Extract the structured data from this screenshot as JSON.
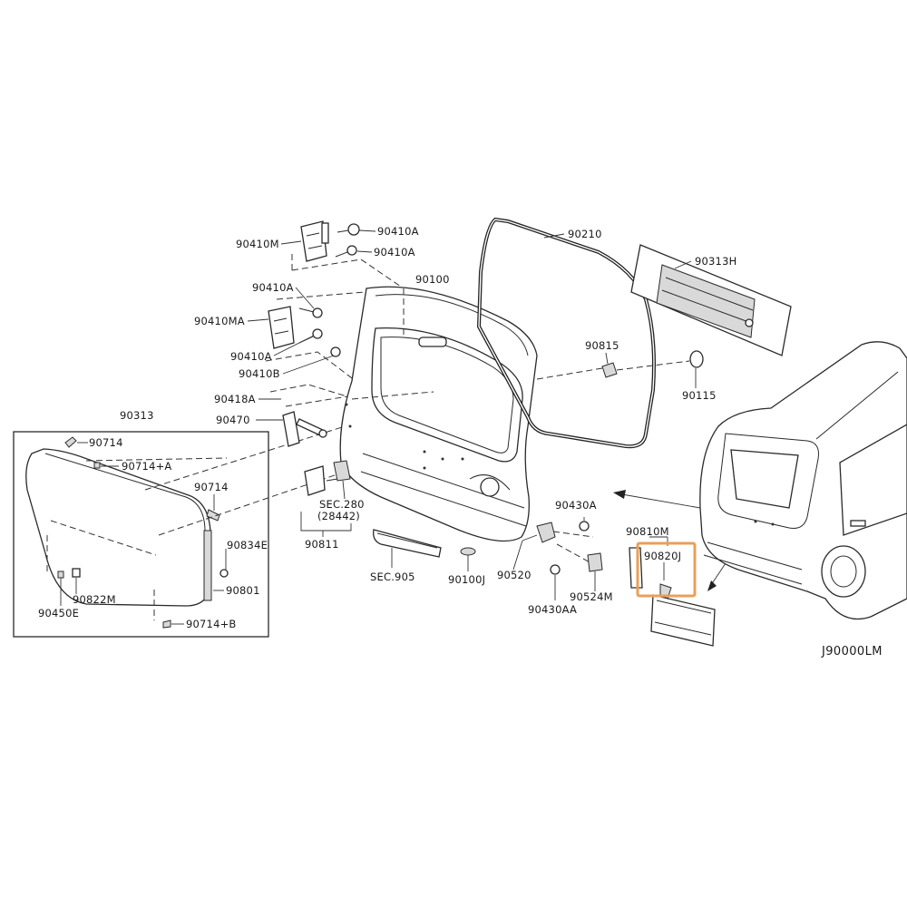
{
  "labels": {
    "p90410M": "90410M",
    "p90410A_1": "90410A",
    "p90410A_2": "90410A",
    "p90410A_3": "90410A",
    "p90410MA": "90410MA",
    "p90410A_4": "90410A",
    "p90410B": "90410B",
    "p90418A": "90418A",
    "p90470": "90470",
    "p90100": "90100",
    "p90210": "90210",
    "p90313H": "90313H",
    "p90815": "90815",
    "p90115": "90115",
    "p90313": "90313",
    "p90714_1": "90714",
    "p90714A": "90714+A",
    "p90714_2": "90714",
    "p90834E": "90834E",
    "p90801": "90801",
    "p90822M": "90822M",
    "p90450E": "90450E",
    "p90714B": "90714+B",
    "sec280": "SEC.280",
    "sec280sub": "(28442)",
    "p90811": "90811",
    "sec905": "SEC.905",
    "p90100J": "90100J",
    "p90520": "90520",
    "p90430A": "90430A",
    "p90430AA": "90430AA",
    "p90524M": "90524M",
    "p90810M": "90810M",
    "p90820J": "90820J"
  },
  "diagram_code": "J90000LM",
  "highlight": {
    "target": "90820J",
    "color": "#e8a05a"
  }
}
